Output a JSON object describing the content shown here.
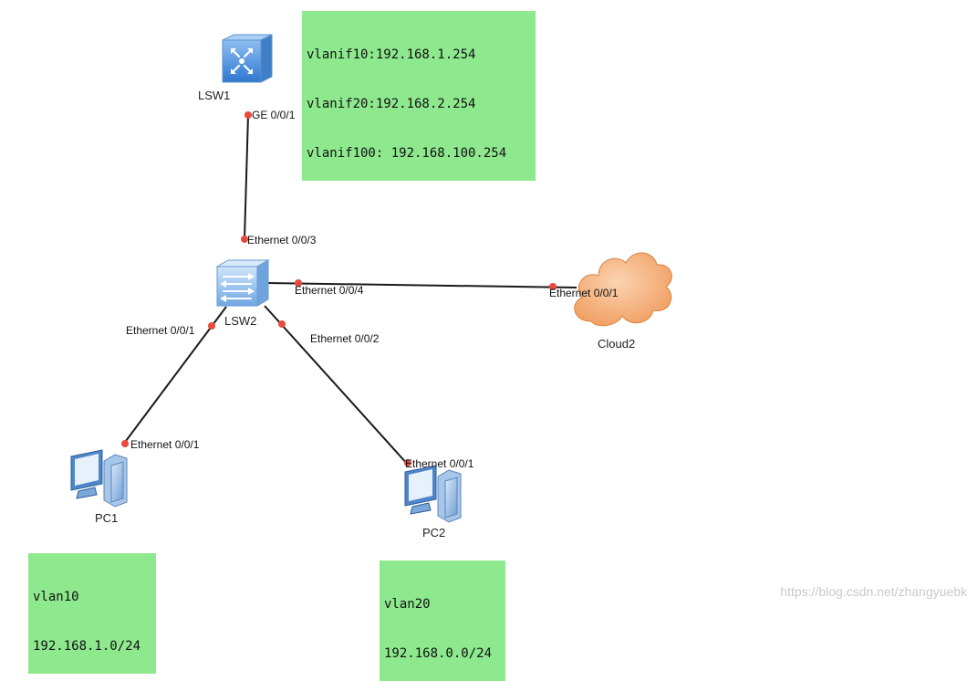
{
  "devices": {
    "lsw1": {
      "label": "LSW1",
      "icon": "l3-switch-icon"
    },
    "lsw2": {
      "label": "LSW2",
      "icon": "l2-switch-icon"
    },
    "cloud2": {
      "label": "Cloud2",
      "icon": "cloud-icon"
    },
    "pc1": {
      "label": "PC1",
      "icon": "pc-icon"
    },
    "pc2": {
      "label": "PC2",
      "icon": "pc-icon"
    }
  },
  "ports": {
    "lsw1_ge001": "GE 0/0/1",
    "lsw2_e003": "Ethernet 0/0/3",
    "lsw2_e004": "Ethernet 0/0/4",
    "cloud2_e001": "Ethernet 0/0/1",
    "lsw2_e001": "Ethernet 0/0/1",
    "lsw2_e002": "Ethernet 0/0/2",
    "pc1_e001": "Ethernet 0/0/1",
    "pc2_e001": "Ethernet 0/0/1"
  },
  "notes": {
    "lsw1": [
      "vlanif10:192.168.1.254",
      "vlanif20:192.168.2.254",
      "vlanif100: 192.168.100.254"
    ],
    "pc1": [
      "vlan10",
      "192.168.1.0/24"
    ],
    "pc2": [
      "vlan20",
      "192.168.0.0/24"
    ]
  },
  "watermark": "https://blog.csdn.net/zhangyuebk",
  "colors": {
    "note_bg": "#8ee88e",
    "link": "#1a1a1a",
    "port_dot": "#e84a3c",
    "cloud": "#f4a56a",
    "switch": "#9cc7ef"
  }
}
